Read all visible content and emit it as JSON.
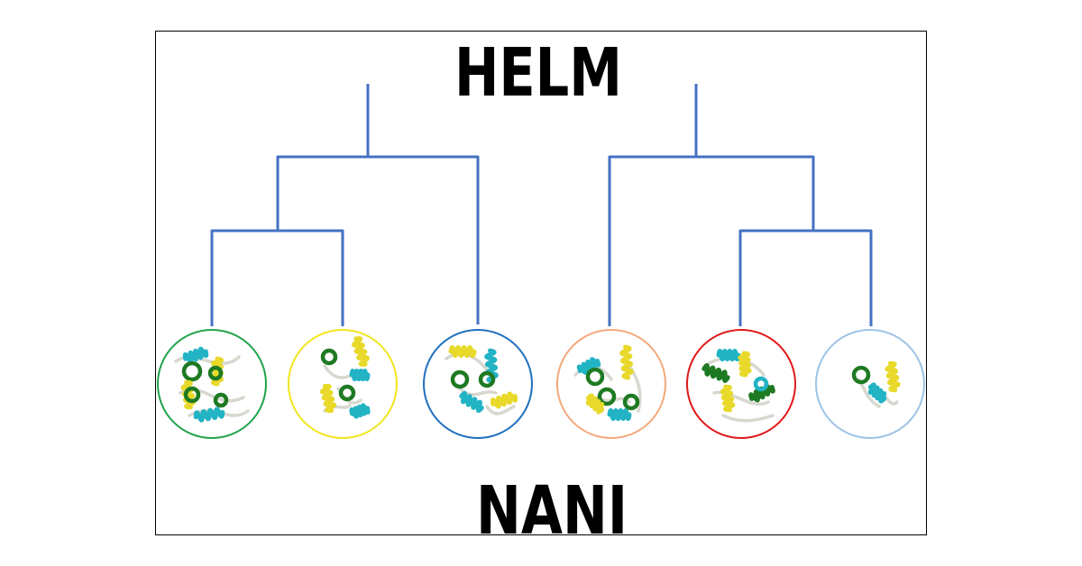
{
  "titles": {
    "top": "HELM",
    "bottom": "NANI"
  },
  "colors": {
    "frame": "#000000",
    "dendrogram": "#4472C4",
    "title": "#000000",
    "protein_yellow": "#E8D92A",
    "protein_green": "#1E7A22",
    "protein_cyan": "#22B3C4",
    "protein_loop": "#D8D8D0"
  },
  "clusters": [
    {
      "id": 1,
      "outline_color": "#21A34A",
      "icon": "protein-ensemble-icon"
    },
    {
      "id": 2,
      "outline_color": "#F2E51C",
      "icon": "protein-ensemble-icon"
    },
    {
      "id": 3,
      "outline_color": "#1F6FC0",
      "icon": "protein-ensemble-icon"
    },
    {
      "id": 4,
      "outline_color": "#F4A97C",
      "icon": "protein-ensemble-icon"
    },
    {
      "id": 5,
      "outline_color": "#E01818",
      "icon": "protein-ensemble-icon"
    },
    {
      "id": 6,
      "outline_color": "#9DC3E6",
      "icon": "protein-ensemble-icon"
    }
  ],
  "tree": {
    "merges": [
      {
        "id": "left-inner",
        "children": [
          1,
          2
        ]
      },
      {
        "id": "left-outer",
        "children": [
          "left-inner",
          3
        ]
      },
      {
        "id": "right-inner",
        "children": [
          5,
          6
        ]
      },
      {
        "id": "right-outer",
        "children": [
          4,
          "right-inner"
        ]
      }
    ]
  }
}
